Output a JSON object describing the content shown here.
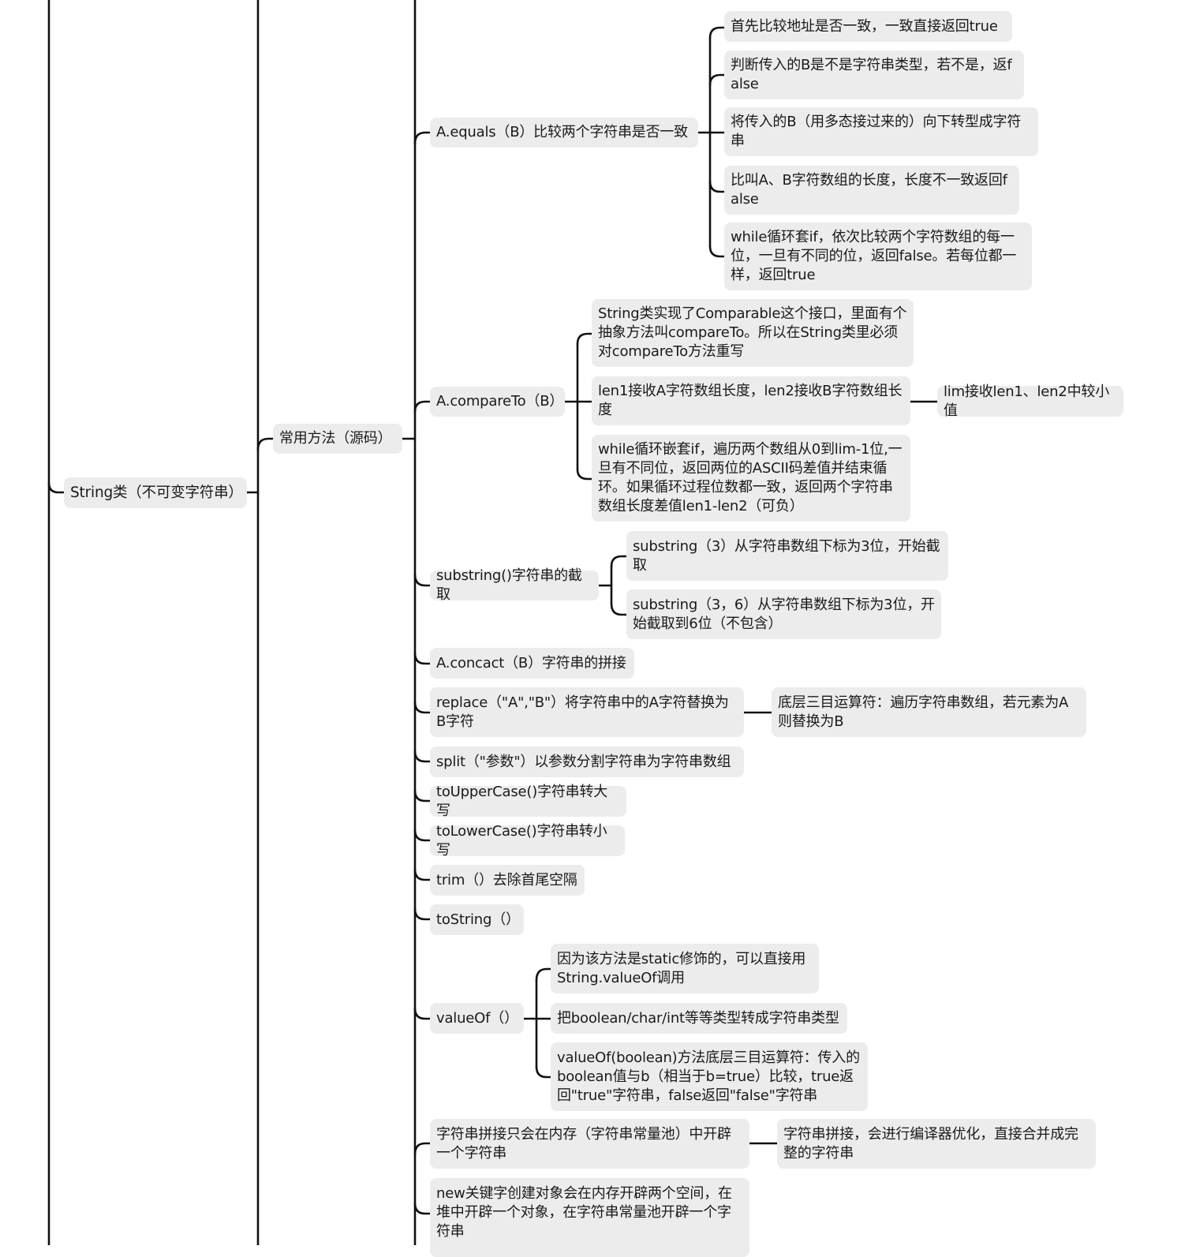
{
  "root": {
    "label": "String类（不可变字符串）"
  },
  "methods": {
    "label": "常用方法（源码）"
  },
  "equals": {
    "label": "A.equals（B）比较两个字符串是否一致",
    "steps": [
      "首先比较地址是否一致，一致直接返回true",
      "判断传入的B是不是字符串类型，若不是，返false",
      "将传入的B（用多态接过来的）向下转型成字符串",
      "比叫A、B字符数组的长度，长度不一致返回false",
      "while循环套if，依次比较两个字符数组的每一位，一旦有不同的位，返回false。若每位都一样，返回true"
    ]
  },
  "compareTo": {
    "label": "A.compareTo（B）",
    "notes": [
      "String类实现了Comparable这个接口，里面有个抽象方法叫compareTo。所以在String类里必须对compareTo方法重写",
      "len1接收A字符数组长度，len2接收B字符数组长度",
      "while循环嵌套if，遍历两个数组从0到lim-1位,一旦有不同位，返回两位的ASCII码差值并结束循环。如果循环过程位数都一致，返回两个字符串数组长度差值len1-len2（可负）"
    ],
    "lim": "lim接收len1、len2中较小值"
  },
  "substring": {
    "label": "substring()字符串的截取",
    "items": [
      "substring（3）从字符串数组下标为3位，开始截取",
      "substring（3，6）从字符串数组下标为3位，开始截取到6位（不包含）"
    ]
  },
  "concat": {
    "label": "A.concact（B）字符串的拼接"
  },
  "replace": {
    "label": "replace（\"A\",\"B\"）将字符串中的A字符替换为B字符",
    "detail": "底层三目运算符：遍历字符串数组，若元素为A则替换为B"
  },
  "split": {
    "label": "split（\"参数\"）以参数分割字符串为字符串数组"
  },
  "upper": {
    "label": "toUpperCase()字符串转大写"
  },
  "lower": {
    "label": "toLowerCase()字符串转小写"
  },
  "trim": {
    "label": "trim（）去除首尾空隔"
  },
  "tostring": {
    "label": "toString（）"
  },
  "valueOf": {
    "label": "valueOf（）",
    "items": [
      "因为该方法是static修饰的，可以直接用String.valueOf调用",
      "把boolean/char/int等等类型转成字符串类型",
      "valueOf(boolean)方法底层三目运算符：传入的boolean值与b（相当于b=true）比较，true返回\"true\"字符串，false返回\"false\"字符串"
    ]
  },
  "memory": {
    "concat_node": "字符串拼接只会在内存（字符串常量池）中开辟一个字符串",
    "concat_detail": "字符串拼接，会进行编译器优化，直接合并成完整的字符串",
    "new_node": "new关键字创建对象会在内存开辟两个空间，在堆中开辟一个对象，在字符串常量池开辟一个字符串"
  }
}
